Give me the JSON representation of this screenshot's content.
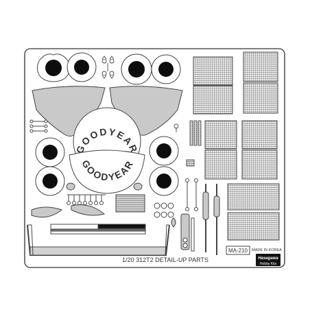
{
  "sheet": {
    "title": "1/20 312T2 DETAIL-UP PARTS",
    "part_number": "MA-210",
    "origin": "MADE IN KOREA",
    "brand_logo_text": "Hasegawa",
    "brand_sub_text": "Hobby Kits",
    "tire_text_upper": "GOODYEAR",
    "tire_text_lower": "GOODYEAR"
  },
  "colors": {
    "background": "#ffffff",
    "fret": "#ffffff",
    "outline": "#555555",
    "etched_part": "#c9c9c9",
    "hole": "#0d0d0d",
    "mesh": "#8a8a8a"
  }
}
